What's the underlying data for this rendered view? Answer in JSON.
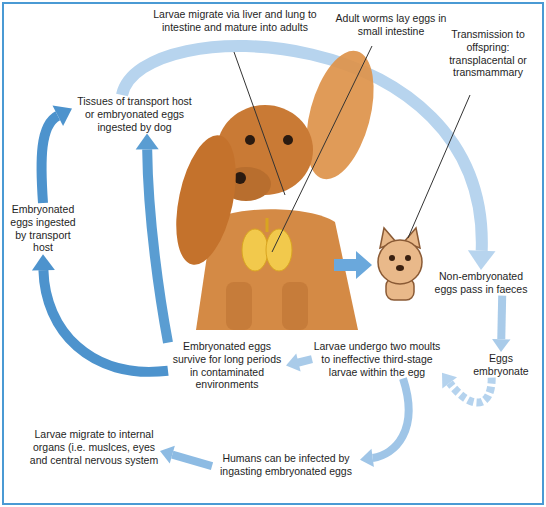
{
  "diagram": {
    "nodes": [
      {
        "text": [
          "Tissues of transport host or embryonated eggs ingested by dog"
        ]
      },
      {
        "text": [
          "Embryonated eggs ingested by transport host"
        ]
      },
      {
        "text": [
          "Non-embryonated eggs pass in faeces"
        ]
      },
      {
        "text": [
          "Eggs embryonate"
        ]
      },
      {
        "text": [
          "Embryonated eggs survive for long periods in contaminated environments"
        ]
      },
      {
        "text": [
          "Larvae undergo two moults to ineffective third-stage larvae within the egg"
        ]
      },
      {
        "text": [
          "Larvae migrate to internal organs (i.e. muslces, eyes and central nervous system"
        ]
      },
      {
        "text": [
          "Humans can be infected by ingasting embryonated eggs"
        ]
      }
    ],
    "edges": [
      {
        "from": 0,
        "to": 2,
        "arrow": "to"
      },
      {
        "from": 2,
        "to": 3,
        "arrow": "to"
      },
      {
        "from": 3,
        "to": 5,
        "arrow": "to"
      },
      {
        "from": 5,
        "to": 4,
        "arrow": "to"
      },
      {
        "from": 4,
        "to": 1,
        "arrow": "to"
      },
      {
        "from": 4,
        "to": 0,
        "arrow": "to"
      },
      {
        "from": 1,
        "to": 0,
        "arrow": "to"
      },
      {
        "from": 5,
        "to": 7,
        "arrow": "to"
      },
      {
        "from": 7,
        "to": 6,
        "arrow": "to"
      }
    ],
    "labels": [
      "Larvae migrate via liver and lung to intestine and mature into adults",
      "Adult worms lay eggs in small intestine",
      "Transmission to offspring: transplacental or transmammary"
    ]
  }
}
